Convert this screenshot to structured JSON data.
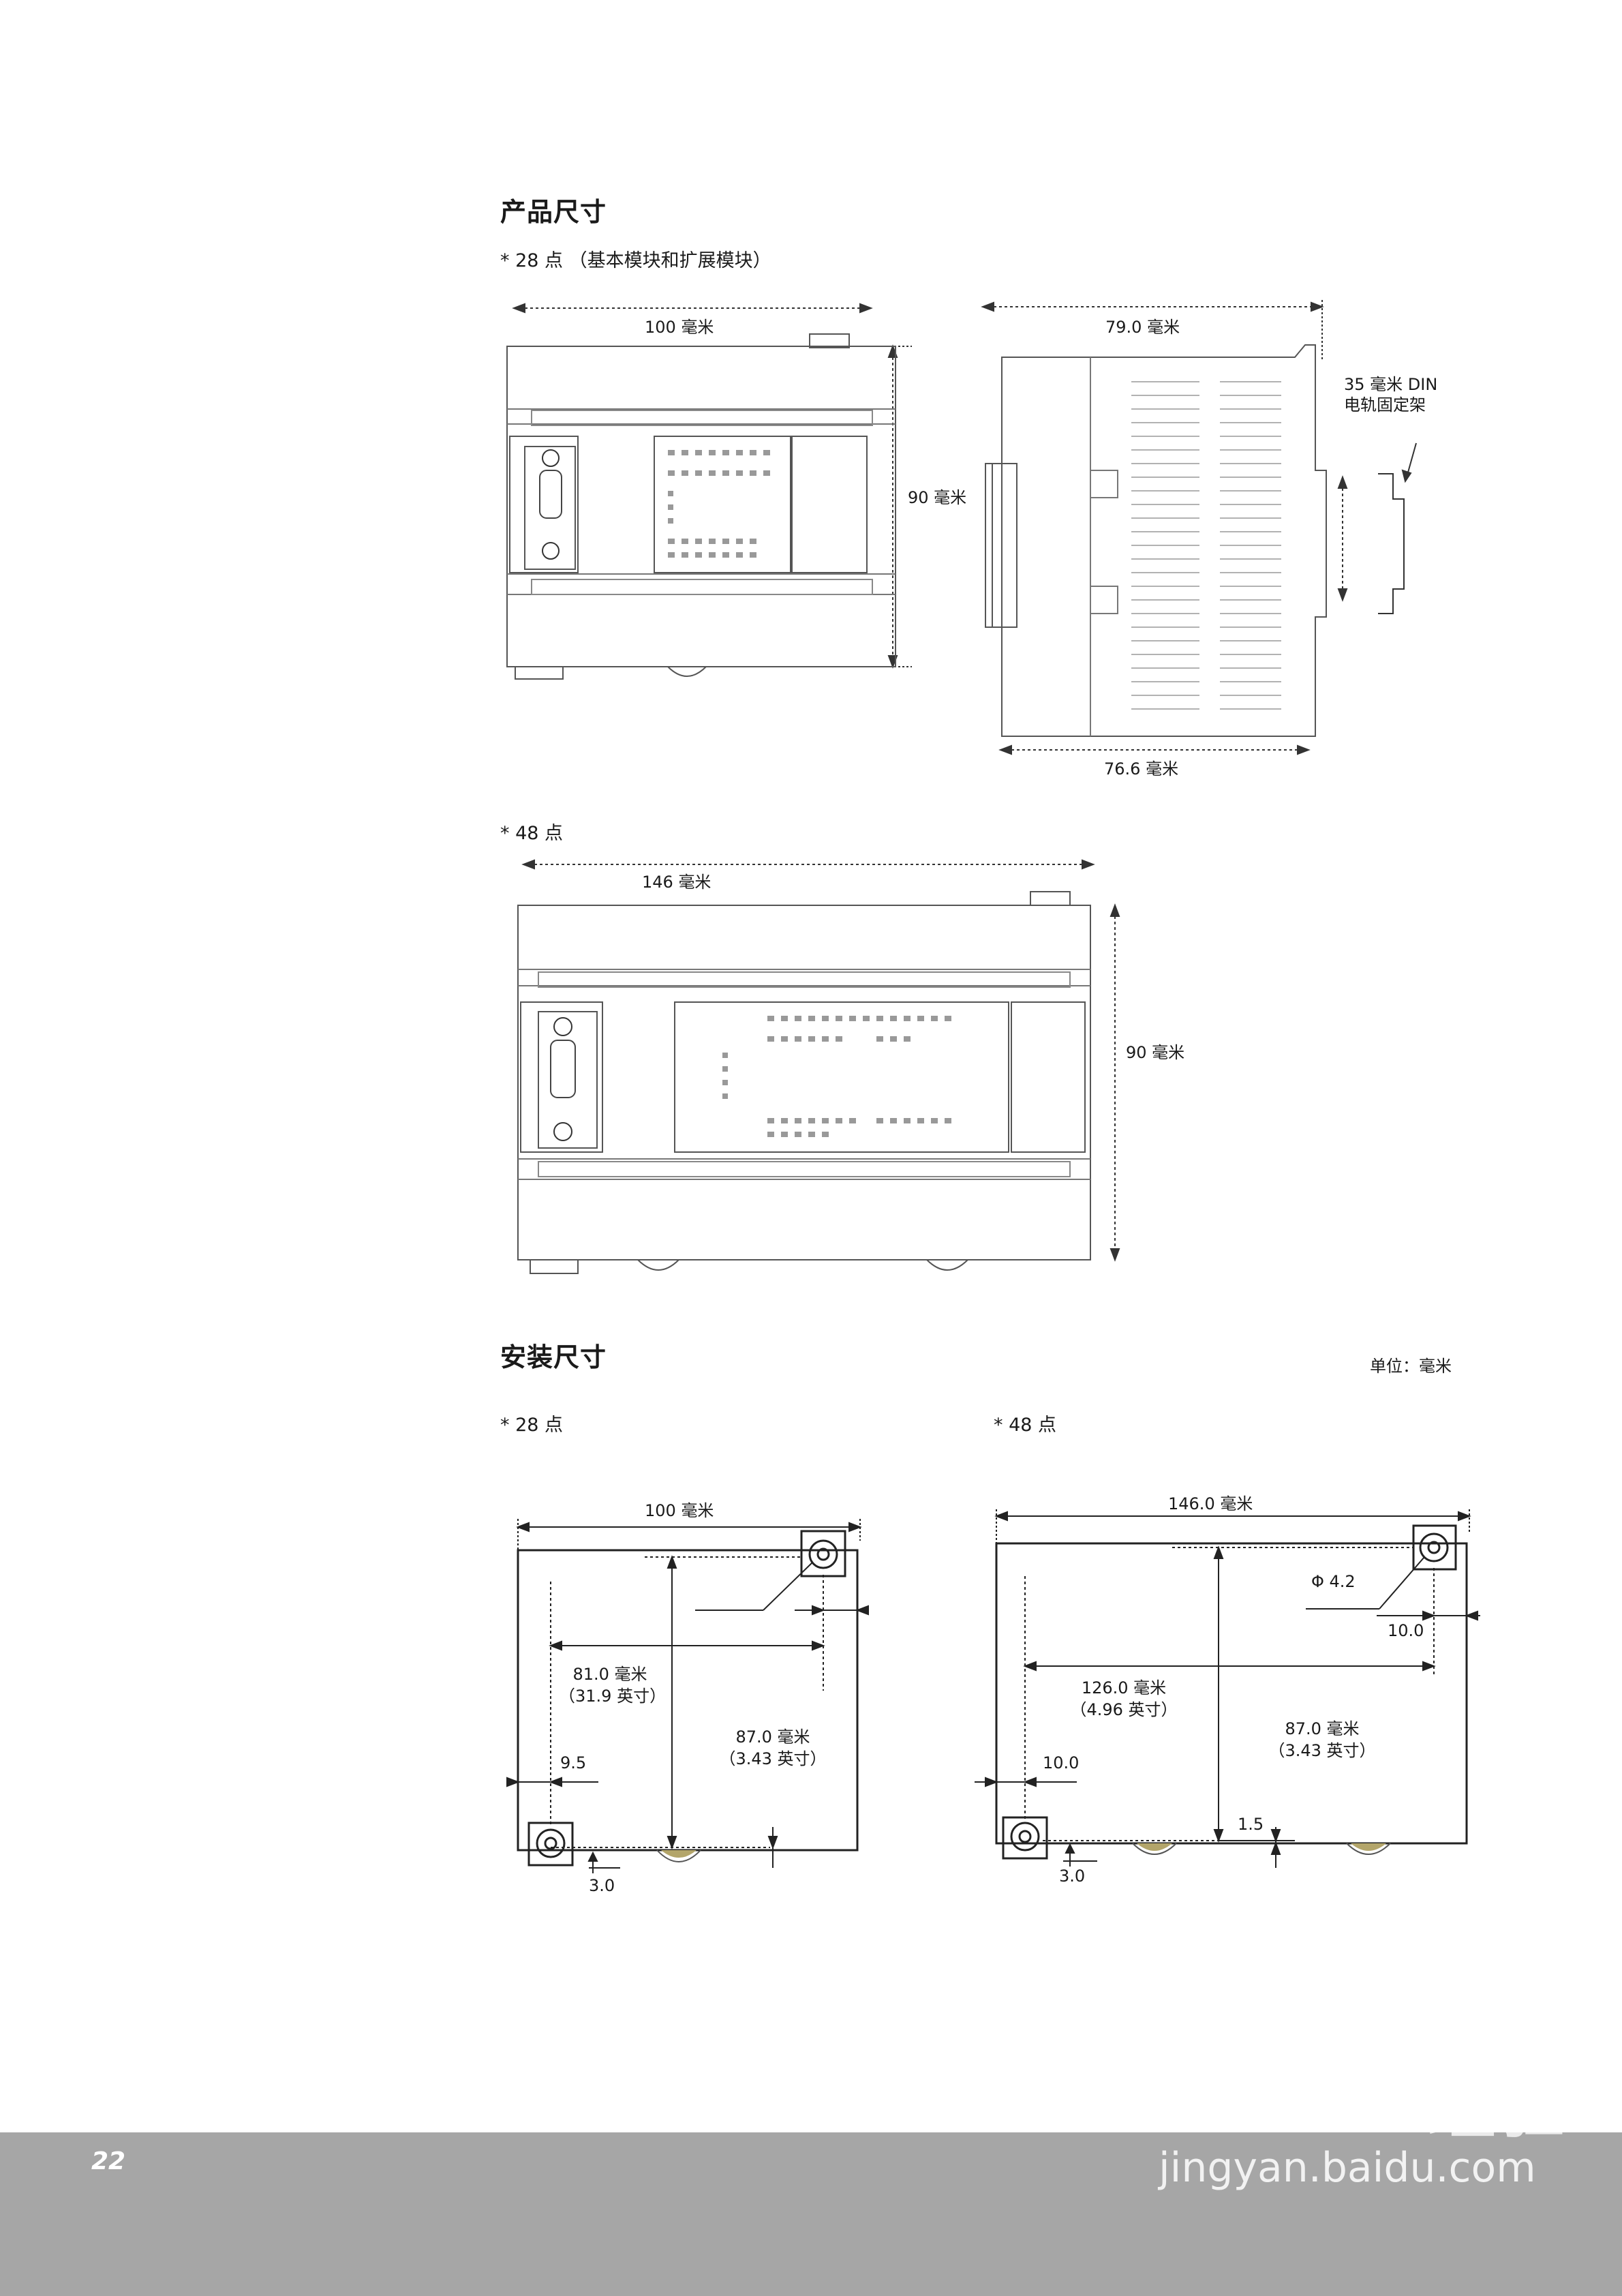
{
  "product_dimensions": {
    "title": "产品尺寸",
    "pt28_caption": "* 28 点 （基本模块和扩展模块）",
    "pt28_width": "100 毫米",
    "pt28_height": "90 毫米",
    "pt28_depth": "79.0 毫米",
    "pt28_depth_inner": "76.6 毫米",
    "din_rail_label_line1": "35 毫米 DIN",
    "din_rail_label_line2": "电轨固定架",
    "pt48_caption": "* 48 点",
    "pt48_width": "146 毫米",
    "pt48_height": "90 毫米"
  },
  "install_dimensions": {
    "title": "安装尺寸",
    "unit_note": "单位：毫米",
    "pt28": {
      "caption": "* 28 点",
      "width": "100 毫米",
      "hole_span_line1": "81.0 毫米",
      "hole_span_line2": "（31.9 英寸）",
      "height_line1": "87.0 毫米",
      "height_line2": "（3.43 英寸）",
      "edge_offset": "9.5",
      "bottom_offset": "3.0"
    },
    "pt48": {
      "caption": "* 48 点",
      "width": "146.0 毫米",
      "hole_diameter": "Φ 4.2",
      "right_offset": "10.0",
      "hole_span_line1": "126.0 毫米",
      "hole_span_line2": "（4.96 英寸）",
      "height_line1": "87.0 毫米",
      "height_line2": "（3.43 英寸）",
      "left_offset": "10.0",
      "gap": "1.5",
      "bottom_offset": "3.0"
    }
  },
  "footer": {
    "page_number": "22",
    "watermark_main": "Bai du 经验",
    "watermark_sub": "jingyan.baidu.com"
  }
}
